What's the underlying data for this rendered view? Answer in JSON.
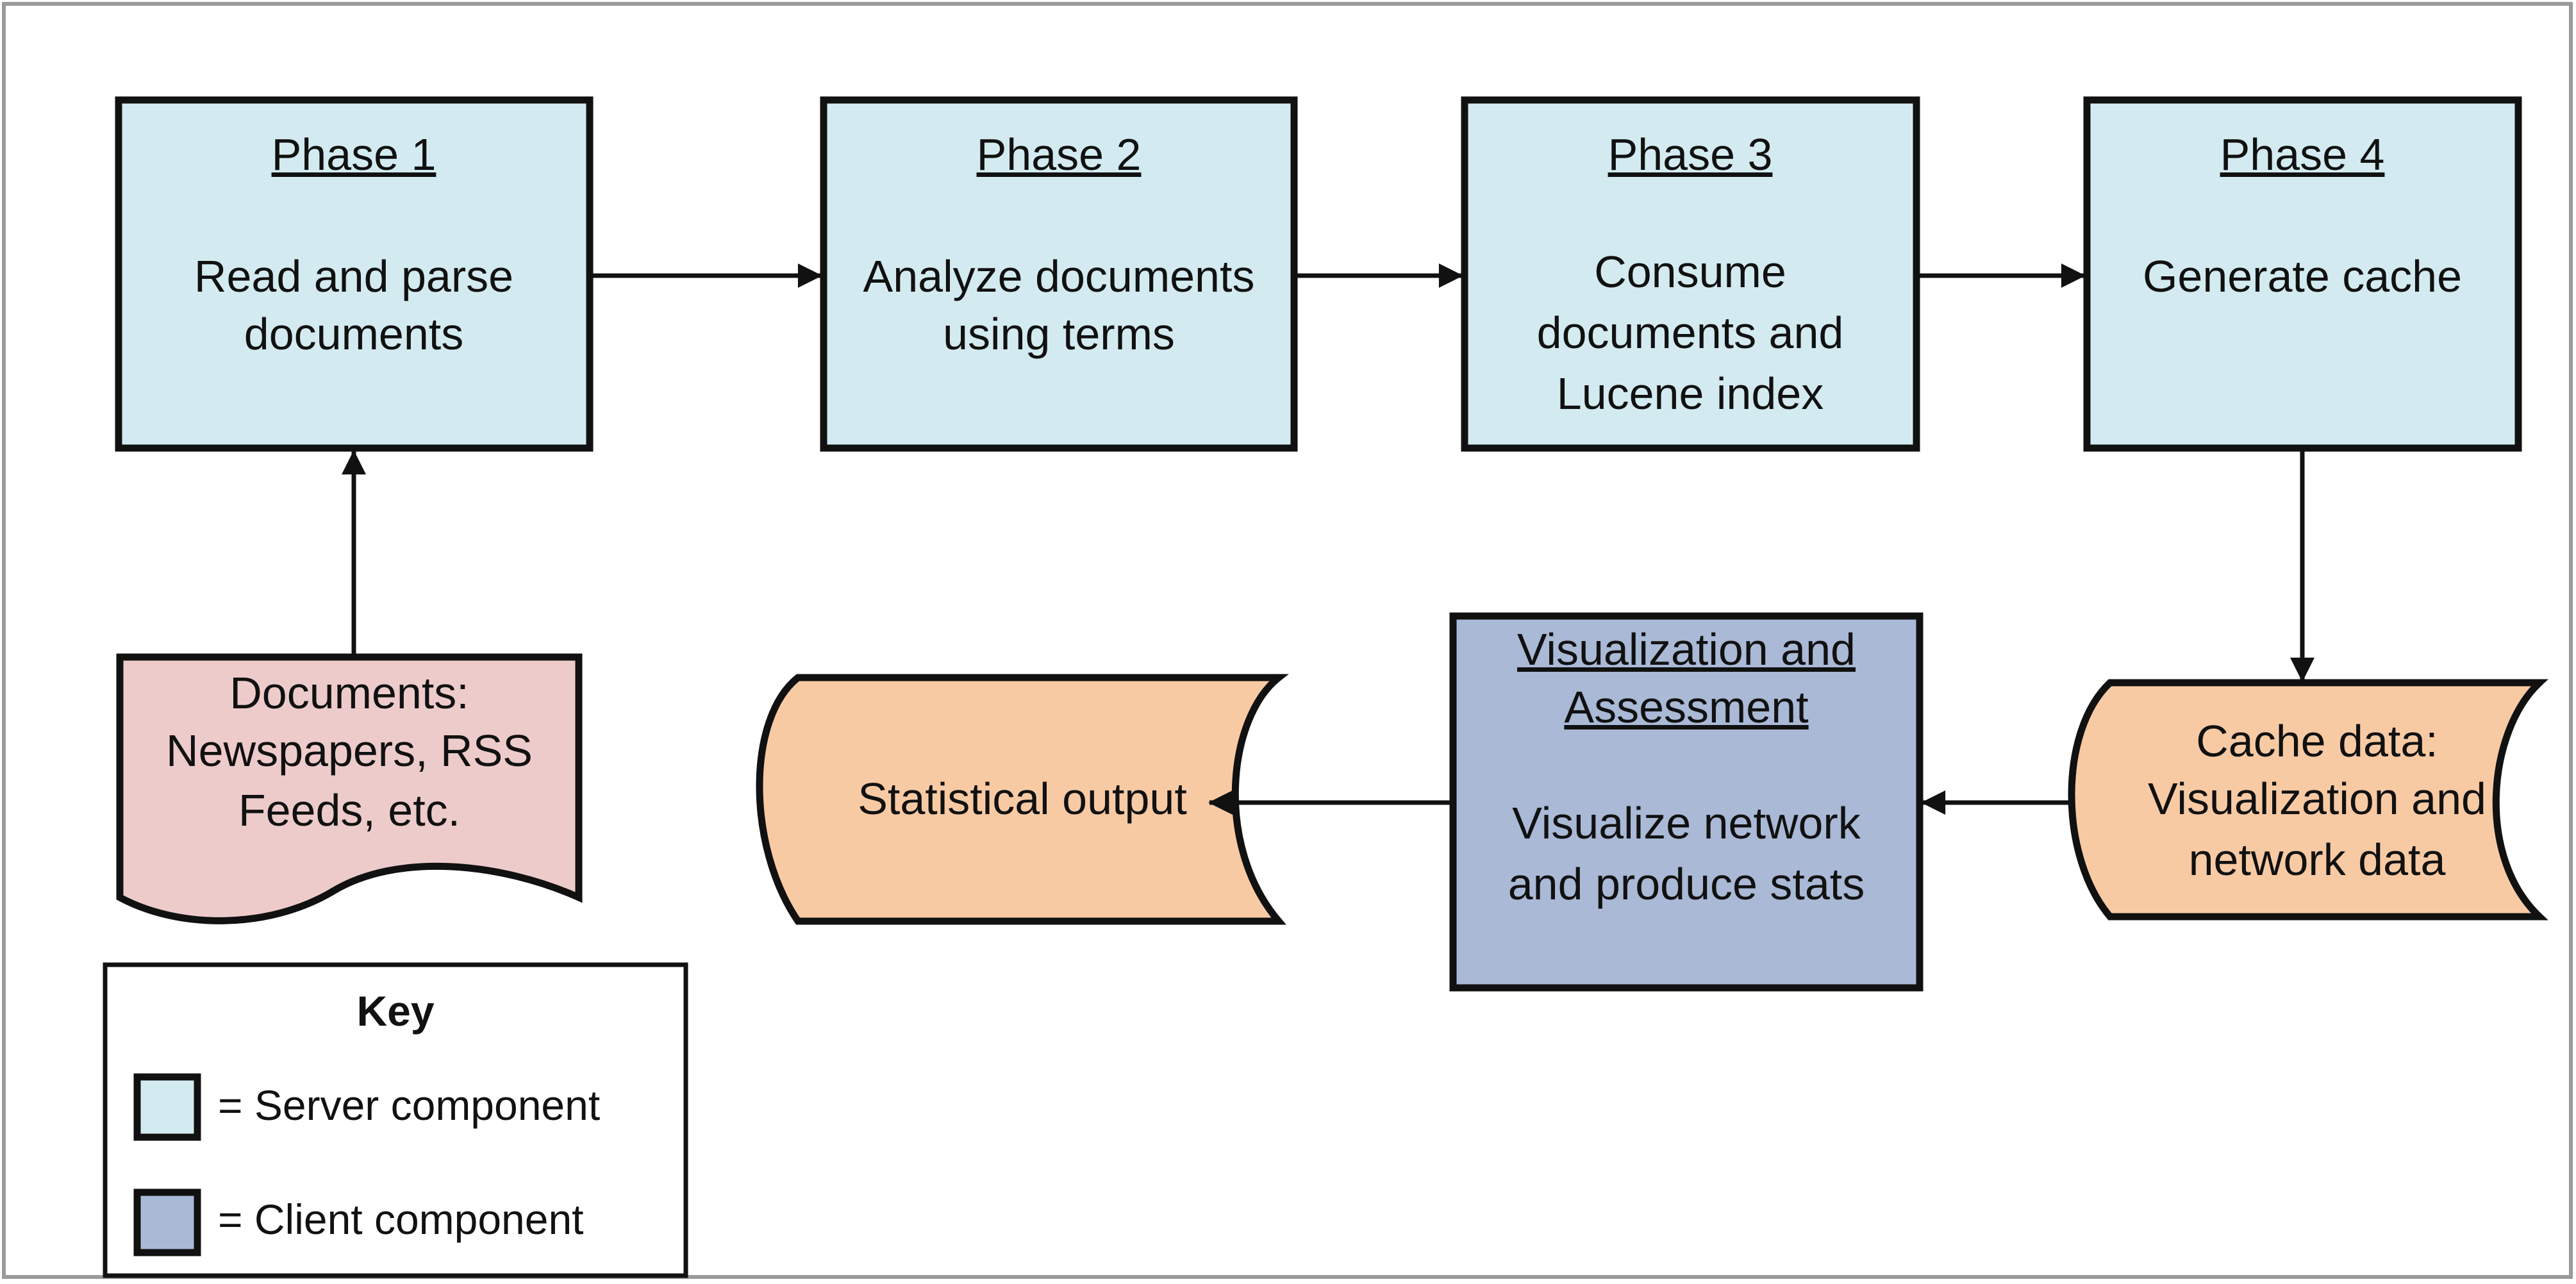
{
  "colors": {
    "server": "#d3ebf0",
    "client": "#a9b9d6",
    "input_doc": "#eecbcb",
    "data_store": "#f8caa4",
    "stroke": "#111111",
    "frame": "#9a9a9a"
  },
  "phases": [
    {
      "heading": "Phase 1",
      "lines": [
        "Read and parse",
        "documents"
      ]
    },
    {
      "heading": "Phase 2",
      "lines": [
        "Analyze documents",
        "using terms"
      ]
    },
    {
      "heading": "Phase 3",
      "lines": [
        "Consume",
        "documents and",
        "Lucene index"
      ]
    },
    {
      "heading": "Phase 4",
      "lines": [
        "Generate cache"
      ]
    }
  ],
  "client_box": {
    "heading_lines": [
      "Visualization and",
      "Assessment"
    ],
    "lines": [
      "Visualize network",
      "and produce stats"
    ]
  },
  "documents": {
    "lines": [
      "Documents:",
      "Newspapers, RSS",
      "Feeds, etc."
    ]
  },
  "cache": {
    "lines": [
      "Cache data:",
      "Visualization and",
      "network data"
    ]
  },
  "stat_output": {
    "lines": [
      "Statistical output"
    ]
  },
  "key": {
    "title": "Key",
    "items": [
      {
        "label": "= Server component",
        "color_role": "server"
      },
      {
        "label": "= Client component",
        "color_role": "client"
      }
    ]
  }
}
